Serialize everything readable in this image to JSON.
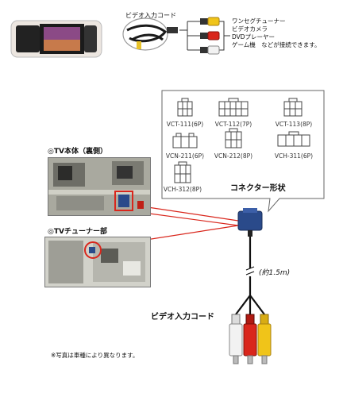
{
  "top": {
    "cable_label": "ビデオ入力コード",
    "sources": [
      "ワンセグチューナー",
      "ビデオカメラ",
      "DVDプレーヤー",
      "ゲーム機　などが接続できます。"
    ]
  },
  "connectors": {
    "items": [
      {
        "name": "VCT-111(6P)"
      },
      {
        "name": "VCT-112(7P)"
      },
      {
        "name": "VCT-113(8P)"
      },
      {
        "name": "VCN-211(6P)"
      },
      {
        "name": "VCN-212(8P)"
      },
      {
        "name": "VCH-311(6P)"
      },
      {
        "name": "VCH-312(8P)"
      }
    ],
    "shape_title": "コネクター形状"
  },
  "photos": {
    "tv_back_label": "◎TV本体（裏側）",
    "tuner_label": "◎TVチューナー部"
  },
  "bottom": {
    "length_label": "(約1.5m)",
    "cable_label": "ビデオ入力コード",
    "note": "※写真は車種により異なります。"
  },
  "colors": {
    "rca_white": "#f2f2f2",
    "rca_red": "#d9261c",
    "rca_yellow": "#f0c419",
    "accent_red": "#d9261c",
    "connector_blue": "#2a4a8a"
  }
}
